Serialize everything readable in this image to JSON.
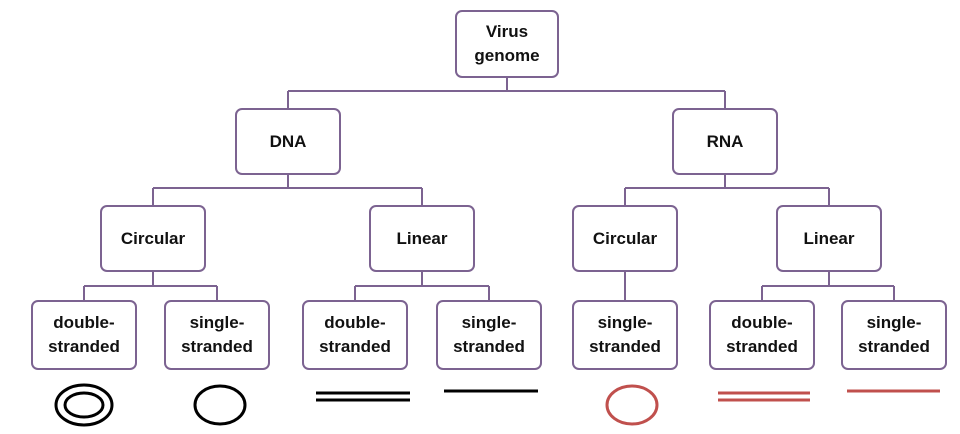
{
  "nodes": {
    "root": "Virus\ngenome",
    "dna": "DNA",
    "rna": "RNA",
    "dna_circular": "Circular",
    "dna_linear": "Linear",
    "rna_circular": "Circular",
    "rna_linear": "Linear",
    "dna_circ_ds": "double-\nstranded",
    "dna_circ_ss": "single-\nstranded",
    "dna_lin_ds": "double-\nstranded",
    "dna_lin_ss": "single-\nstranded",
    "rna_circ_ss": "single-\nstranded",
    "rna_lin_ds": "double-\nstranded",
    "rna_lin_ss": "single-\nstranded"
  },
  "symbols": [
    {
      "node": "dna_circ_ds",
      "shape": "double-circle",
      "color": "#000000"
    },
    {
      "node": "dna_circ_ss",
      "shape": "circle",
      "color": "#000000"
    },
    {
      "node": "dna_lin_ds",
      "shape": "double-line",
      "color": "#000000"
    },
    {
      "node": "dna_lin_ss",
      "shape": "line",
      "color": "#000000"
    },
    {
      "node": "rna_circ_ss",
      "shape": "circle",
      "color": "#c0504d"
    },
    {
      "node": "rna_lin_ds",
      "shape": "double-line",
      "color": "#c0504d"
    },
    {
      "node": "rna_lin_ss",
      "shape": "line",
      "color": "#c0504d"
    }
  ],
  "colors": {
    "box_border": "#7c6391",
    "connector": "#7c6391",
    "dna_symbol": "#000000",
    "rna_symbol": "#c0504d"
  }
}
